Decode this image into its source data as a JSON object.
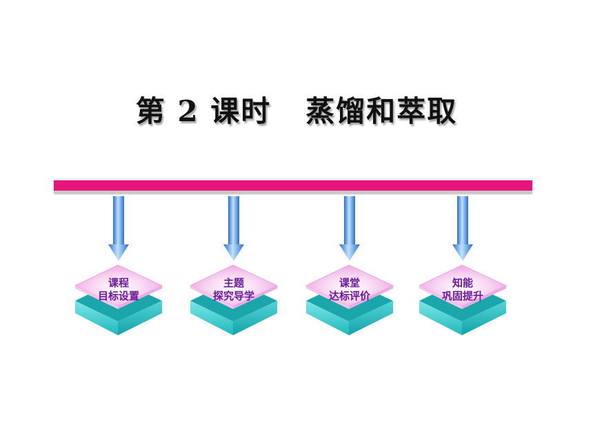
{
  "title": {
    "part1": "第 2 课时",
    "part2": "蒸馏和萃取"
  },
  "colors": {
    "bar": "#e8157a",
    "arrow": "#4a90e0",
    "pink_top": "#f5b8ec",
    "teal_side": "#29c9c9",
    "label_text": "#6a1a9a"
  },
  "nodes": [
    {
      "line1": "课程",
      "line2": "目标设置"
    },
    {
      "line1": "主题",
      "line2": "探究导学"
    },
    {
      "line1": "课堂",
      "line2": "达标评价"
    },
    {
      "line1": "知能",
      "line2": "巩固提升"
    }
  ]
}
